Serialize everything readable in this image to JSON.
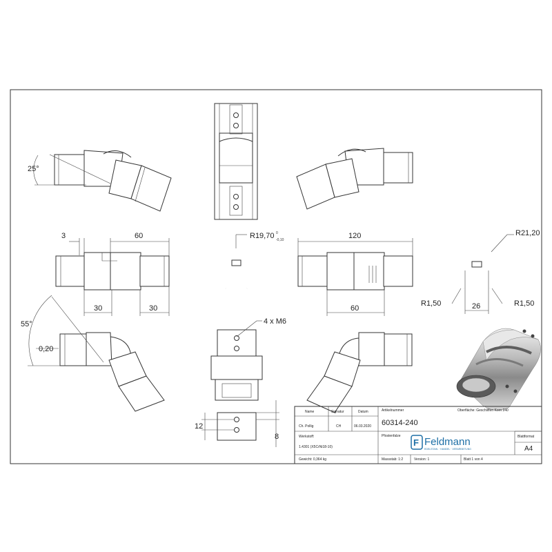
{
  "dimensions": {
    "angle_top": "25°",
    "angle_bottom": "55°",
    "d3": "3",
    "d60a": "60",
    "d30a": "30",
    "d30b": "30",
    "d020": "0,20",
    "r1970": "R19,70",
    "tol_up": "0",
    "tol_dn": "-0,10",
    "d120": "120",
    "d60b": "60",
    "r2120": "R21,20",
    "r150a": "R1,50",
    "r150b": "R1,50",
    "d26": "26",
    "holes": "4 x M6",
    "d12": "12",
    "d8": "8"
  },
  "title_block": {
    "col_name": "Name",
    "col_signatur": "Signatur",
    "col_datum": "Datum",
    "col_artikel": "Artikelnummer",
    "oberflaeche": "Oberfläche: Geschliffen Korn 240",
    "author": "Ch. Pollig",
    "signature": "CH",
    "date": "06.03.2020",
    "article_no": "60314-240",
    "werkstoff_label": "Werkstoff:",
    "werkstoff": "1.4301 (X5CrNi18-10)",
    "benennung_label": "Pfostenfalze",
    "logo_text": "Feldmann",
    "logo_sub": "EDELSTAHL · HANDEL · VERARBEITUNG",
    "blattformat_label": "Blattformat",
    "blattformat": "A4",
    "gewicht": "Gewicht: 0,364 kg",
    "massstab": "Massstab: 1:2",
    "version": "Version: 1",
    "blatt": "Blatt 1 von 4"
  },
  "colors": {
    "line": "#333333",
    "logo_blue": "#1d6fa6",
    "metal_light": "#d4d4d4",
    "metal_dark": "#6e6e6e"
  }
}
